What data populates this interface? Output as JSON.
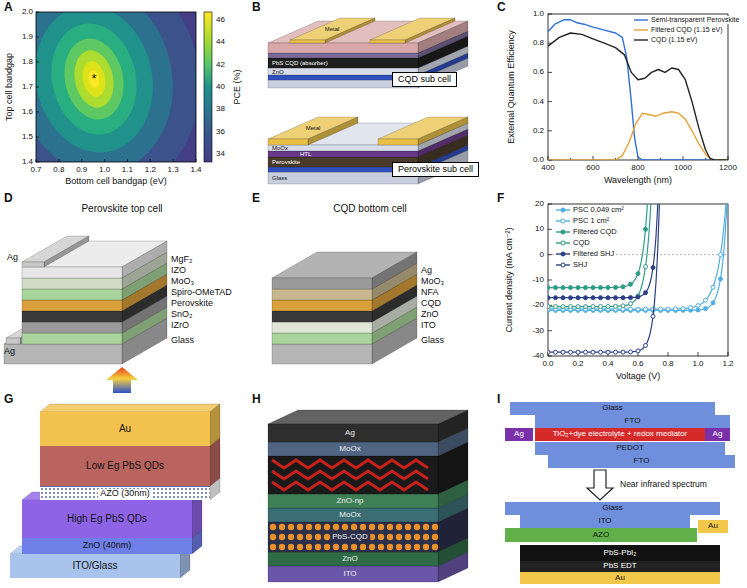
{
  "diagram": {
    "nodes": [
      {
        "text": [
          "CQD sub cell"
        ]
      },
      {
        "text": [
          "Perovskite sub cell"
        ]
      },
      {
        "text": [
          "Au"
        ]
      },
      {
        "text": [
          "Low Eg PbS QDs"
        ]
      },
      {
        "text": [
          "AZO (30nm)"
        ]
      },
      {
        "text": [
          "High Eg PbS QDs"
        ]
      },
      {
        "text": [
          "ZnO (40nm)"
        ]
      },
      {
        "text": [
          "ITO/Glass"
        ]
      },
      {
        "text": [
          "Glass"
        ]
      },
      {
        "text": [
          "FTO"
        ]
      },
      {
        "text": [
          "Ag"
        ]
      },
      {
        "text": [
          "TiO₂+dye electrolyte + redox mediator"
        ]
      },
      {
        "text": [
          "Ag"
        ]
      },
      {
        "text": [
          "PEDOT"
        ]
      },
      {
        "text": [
          "FTO"
        ]
      },
      {
        "text": [
          "Glass"
        ]
      },
      {
        "text": [
          "ITO"
        ]
      },
      {
        "text": [
          "Au"
        ]
      },
      {
        "text": [
          "AZO"
        ]
      },
      {
        "text": [
          "PbS-PbI₂"
        ]
      },
      {
        "text": [
          "PbS EDT"
        ]
      },
      {
        "text": [
          "Au"
        ]
      }
    ],
    "edges": [
      {
        "from": 14,
        "to": 15,
        "arrow": "to",
        "label": "Near infrared spectrum"
      }
    ],
    "labels": [
      "A",
      "Top cell bandgap",
      "2.0",
      "1.9",
      "1.8",
      "1.7",
      "1.6",
      "1.5",
      "1.4",
      "0.7",
      "0.8",
      "0.9",
      "1.0",
      "1.1",
      "1.2",
      "1.3",
      "1.4",
      "Bottom cell bandgap (eV)",
      "*",
      "46",
      "44",
      "42",
      "40",
      "38",
      "36",
      "34",
      "PCE (%)",
      "B",
      "Metal",
      "PbS CQD (absorber)",
      "ZnO",
      "Metal",
      "MoOx",
      "HTL",
      "Perovskite",
      "Glass",
      "C",
      "1.0",
      "0.8",
      "0.6",
      "0.4",
      "0.2",
      "0.0",
      "400",
      "600",
      "800",
      "1000",
      "1200",
      "Wavelength (nm)",
      "External Quantum Efficiency",
      "D",
      "Perovskite top cell",
      "Ag",
      "MgF₂",
      "IZO",
      "MoO₃",
      "Spiro-OMeTAD",
      "Perovskite",
      "SnO₂",
      "IZrO",
      "Glass",
      "Ag",
      "E",
      "CQD bottom cell",
      "Ag",
      "MoO₃",
      "NFA",
      "CQD",
      "ZnO",
      "ITO",
      "Glass",
      "F",
      "20",
      "10",
      "0",
      "-10",
      "-20",
      "-30",
      "-40",
      "0.0",
      "0.2",
      "0.4",
      "0.6",
      "0.8",
      "1.0",
      "1.2",
      "Current density (mA cm⁻²)",
      "Voltage (V)",
      "G",
      "H",
      "Ag",
      "MoOx",
      "ZnO-np",
      "MoOx",
      "PbS-CQD",
      "ZnO",
      "ITO",
      "I"
    ],
    "legend": [
      {
        "text": "Semi-transparent Perovskite"
      },
      {
        "text": "Filtered CQD (1.15 eV)"
      },
      {
        "text": "CQD (1.15 eV)"
      },
      {
        "text": "PSC 0.049 cm²"
      },
      {
        "text": "PSC 1 cm²"
      },
      {
        "text": "Filtered CQD"
      },
      {
        "text": "CQD"
      },
      {
        "text": "Filtered SHJ"
      },
      {
        "text": "SHJ"
      }
    ]
  }
}
